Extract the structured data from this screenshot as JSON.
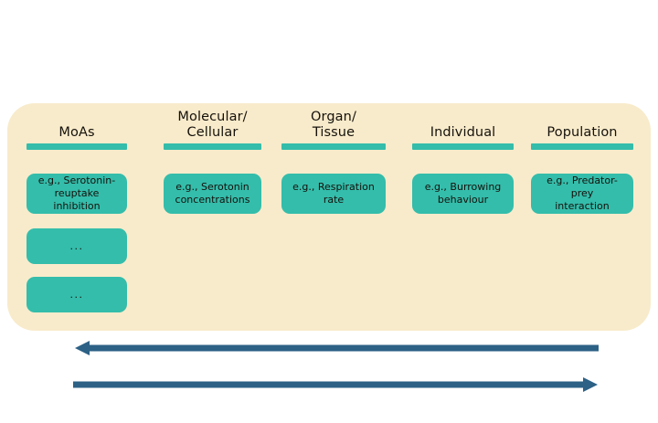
{
  "diagram": {
    "type": "levels-of-biological-organisation",
    "panel": {
      "background_color": "#f8ebcb",
      "accent_color": "#34bdab",
      "arrow_color": "#2d6186"
    },
    "columns": [
      {
        "id": "moas",
        "header": "MoAs",
        "header_lines": 1,
        "boxes": [
          {
            "text": "e.g., Serotonin-\nreuptake inhibition",
            "kind": "example"
          },
          {
            "text": "...",
            "kind": "ellipsis"
          },
          {
            "text": "...",
            "kind": "ellipsis"
          }
        ]
      },
      {
        "id": "molecular-cellular",
        "header": "Molecular/\nCellular",
        "header_lines": 2,
        "boxes": [
          {
            "text": "e.g., Serotonin\nconcentrations",
            "kind": "example"
          }
        ]
      },
      {
        "id": "organ-tissue",
        "header": "Organ/\nTissue",
        "header_lines": 2,
        "boxes": [
          {
            "text": "e.g., Respiration\nrate",
            "kind": "example"
          }
        ]
      },
      {
        "id": "individual",
        "header": "Individual",
        "header_lines": 1,
        "boxes": [
          {
            "text": "e.g.,  Burrowing\nbehaviour",
            "kind": "example"
          }
        ]
      },
      {
        "id": "population",
        "header": "Population",
        "header_lines": 1,
        "boxes": [
          {
            "text": "e.g., Predator-prey\ninteraction",
            "kind": "example"
          }
        ]
      }
    ],
    "arrows": [
      {
        "id": "arrow-leftward",
        "direction": "left",
        "label": ""
      },
      {
        "id": "arrow-rightward",
        "direction": "right",
        "label": ""
      }
    ]
  }
}
